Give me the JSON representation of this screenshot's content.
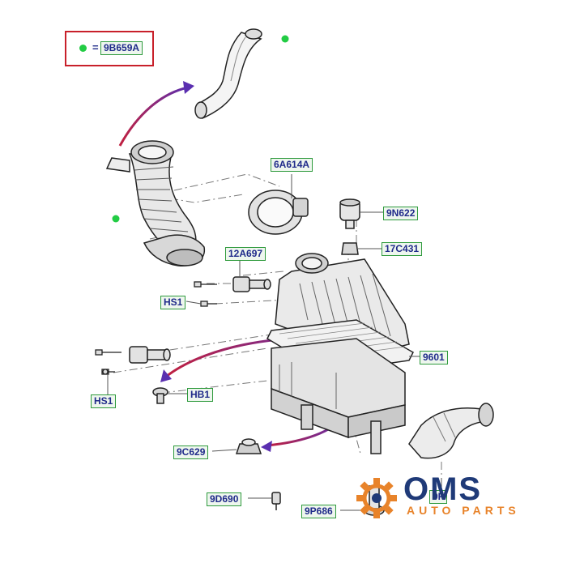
{
  "legend": {
    "equals": "=",
    "part": "9B659A",
    "dot_color": "#22cc44",
    "box_color": "#c8202a"
  },
  "labels": [
    {
      "id": "6a614a",
      "text": "6A614A"
    },
    {
      "id": "9n622",
      "text": "9N622"
    },
    {
      "id": "17c431",
      "text": "17C431"
    },
    {
      "id": "12a697",
      "text": "12A697"
    },
    {
      "id": "hs1-top",
      "text": "HS1"
    },
    {
      "id": "9601",
      "text": "9601"
    },
    {
      "id": "hs1-bottom",
      "text": "HS1"
    },
    {
      "id": "hb1",
      "text": "HB1"
    },
    {
      "id": "9c629",
      "text": "9C629"
    },
    {
      "id": "9d690",
      "text": "9D690"
    },
    {
      "id": "9p686",
      "text": "9P686"
    },
    {
      "id": "9f",
      "text": "9F"
    }
  ],
  "colors": {
    "label_border": "#2e9a3c",
    "label_text": "#1f2a8a",
    "arrow": "#6a2fa8",
    "arrow_tip": "#c02040"
  },
  "logo": {
    "title": "OMS",
    "subtitle": "AUTO PARTS",
    "gear_color": "#e8832a",
    "text_color": "#1f3a78"
  }
}
